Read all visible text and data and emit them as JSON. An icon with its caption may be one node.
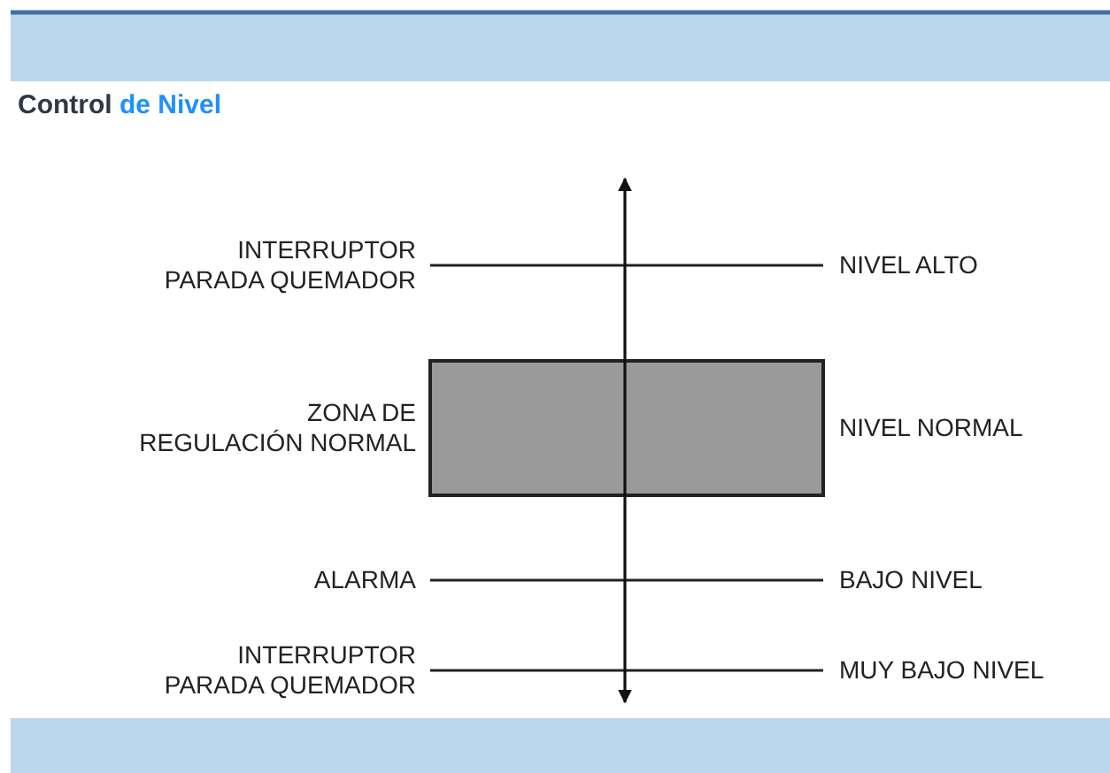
{
  "diagram": {
    "title": "Control de Nivel",
    "nodes": [
      {
        "text": [],
        "shape": "box"
      }
    ],
    "labels": [
      "INTERRUPTOR PARADA QUEMADOR",
      "NIVEL ALTO",
      "ZONA DE REGULACIÓN NORMAL",
      "NIVEL NORMAL",
      "ALARMA",
      "BAJO NIVEL",
      "INTERRUPTOR PARADA QUEMADOR",
      "MUY BAJO NIVEL"
    ]
  }
}
